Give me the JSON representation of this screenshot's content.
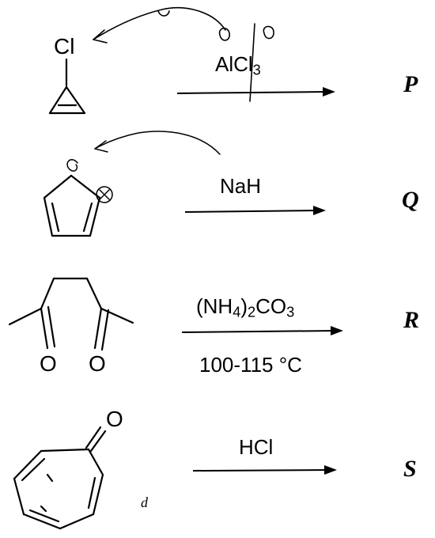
{
  "reactions": [
    {
      "id": "P",
      "reactant": "3-chlorocyclopropene",
      "substituent": "Cl",
      "reagent": {
        "prefix": "AlCl",
        "sub": "3",
        "suffix": ""
      },
      "product": "P"
    },
    {
      "id": "Q",
      "reactant": "cyclopentadiene",
      "reagent_text": "NaH",
      "product": "Q"
    },
    {
      "id": "R",
      "reactant": "hexane-2,5-dione",
      "oxygens": [
        "O",
        "O"
      ],
      "reagent": {
        "p1": "(NH",
        "s1": "4",
        "p2": ")",
        "s2": "2",
        "p3": "CO",
        "s3": "3"
      },
      "condition": {
        "value": "100-115",
        "unit": "°C"
      },
      "product": "R"
    },
    {
      "id": "S",
      "reactant": "tropone",
      "oxygen": "O",
      "reagent_text": "HCl",
      "product": "S"
    }
  ],
  "colors": {
    "ink": "#000000",
    "background": "#ffffff"
  }
}
